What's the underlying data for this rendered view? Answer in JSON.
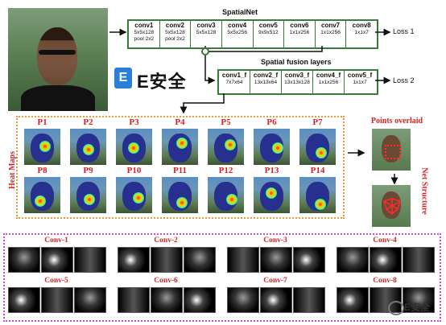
{
  "spatialnet": {
    "title": "SpatialNet",
    "layers": [
      {
        "name": "conv1",
        "desc": "5x5x128\npool 2x2"
      },
      {
        "name": "conv2",
        "desc": "5x5x128\npool 2x2"
      },
      {
        "name": "conv3",
        "desc": "5x5x128"
      },
      {
        "name": "conv4",
        "desc": "5x5x256"
      },
      {
        "name": "conv5",
        "desc": "9x9x512"
      },
      {
        "name": "conv6",
        "desc": "1x1x256"
      },
      {
        "name": "conv7",
        "desc": "1x1x256"
      },
      {
        "name": "conv8",
        "desc": "1x1x7"
      }
    ],
    "loss": "Loss 1"
  },
  "fusion": {
    "title": "Spatial fusion layers",
    "layers": [
      {
        "name": "conv1_f",
        "desc": "7x7x64"
      },
      {
        "name": "conv2_f",
        "desc": "13x13x64"
      },
      {
        "name": "conv3_f",
        "desc": "13x13x128"
      },
      {
        "name": "conv4_f",
        "desc": "1x1x256"
      },
      {
        "name": "conv5_f",
        "desc": "1x1x7"
      }
    ],
    "loss": "Loss 2"
  },
  "watermark": {
    "letter": "E",
    "text": "E安全"
  },
  "heatmaps": {
    "label": "Heat Maps",
    "row1": [
      "P1",
      "P2",
      "P3",
      "P4",
      "P5",
      "P6",
      "P7"
    ],
    "row2": [
      "P8",
      "P9",
      "P10",
      "P11",
      "P12",
      "P13",
      "P14"
    ]
  },
  "side": {
    "points_label": "Points overlaid",
    "net_label": "Net Structure"
  },
  "convs": {
    "row1": [
      "Conv-1",
      "Conv-2",
      "Conv-3",
      "Conv-4"
    ],
    "row2": [
      "Conv-5",
      "Conv-6",
      "Conv-7",
      "Conv-8"
    ]
  },
  "footer_mark": "E安全",
  "colors": {
    "net_border": "#3a7a3a",
    "heat_border": "#e89a3a",
    "conv_border": "#c24fd0",
    "label_red": "#d62222",
    "watermark_blue": "#2a7fd6"
  }
}
